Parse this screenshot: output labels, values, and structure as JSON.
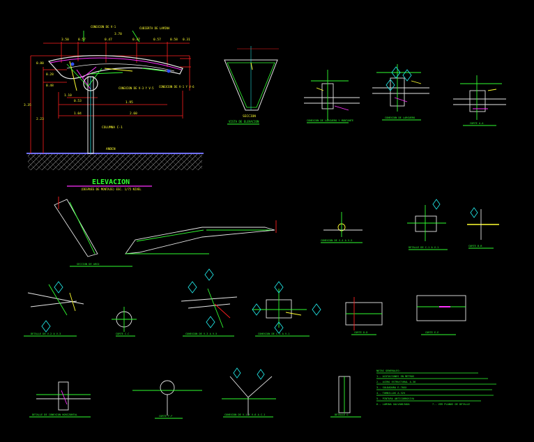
{
  "drawing": {
    "elevation_title": "ELEVACION",
    "elevation_subtitle": "(DESPUES DE MONTAJE) ESC. 1/75 NIVEL",
    "column_label": "COLUMNA C-1",
    "ground_label": "ANDEN",
    "seccion_label": "SECCION",
    "dims_top": [
      "3.50",
      "0.57",
      "0.47",
      "0.47",
      "0.57",
      "0.58",
      "0.31",
      "3.70"
    ],
    "dims_left": [
      "3.35",
      "2.23",
      "0.80",
      "0.28",
      "0.48"
    ],
    "dims_mid": [
      "1.10",
      "0.53",
      "1.95",
      "1.04",
      "2.60"
    ],
    "callouts": [
      "CONEXION DE V-1",
      "CUBIERTA DE LAMINA",
      "CONEXION DE V-3 Y V-5",
      "CONEXION DE V-1 Y V-6"
    ],
    "view_titles": [
      "VISTA DE ELEVACION",
      "CONEXION DE LARGUERO Y MONTANTE",
      "CONEXION DE LARGUERO",
      "CORTE A-A",
      "SECCION DE ARCO",
      "CONEXION DE V-4 A V-5",
      "DETALLE DE C-1 A V-1",
      "CORTE B-B",
      "DETALLE DE V-2 A V-3",
      "CORTE C-C",
      "CONEXION DE V-3 A V-5",
      "CONEXION DE C-1 A V-1",
      "CORTE D-D",
      "CORTE E-E",
      "DETALLE DE CONEXION HORIZONTAL",
      "CORTE F-F",
      "CONEXION DE V-1 Y V-6 A C-1",
      "DETALLE G"
    ],
    "notes": [
      "NOTAS GENERALES:",
      "1.- ACOTACIONES EN METROS",
      "2.- ACERO ESTRUCTURAL A-36",
      "3.- SOLDADURA E-70XX",
      "4.- TORNILLOS A-325",
      "5.- PINTURA ANTICORROSIVA",
      "6.- LAMINA GALVANIZADA",
      "7.- VER PLANOS DE DETALLE"
    ]
  }
}
